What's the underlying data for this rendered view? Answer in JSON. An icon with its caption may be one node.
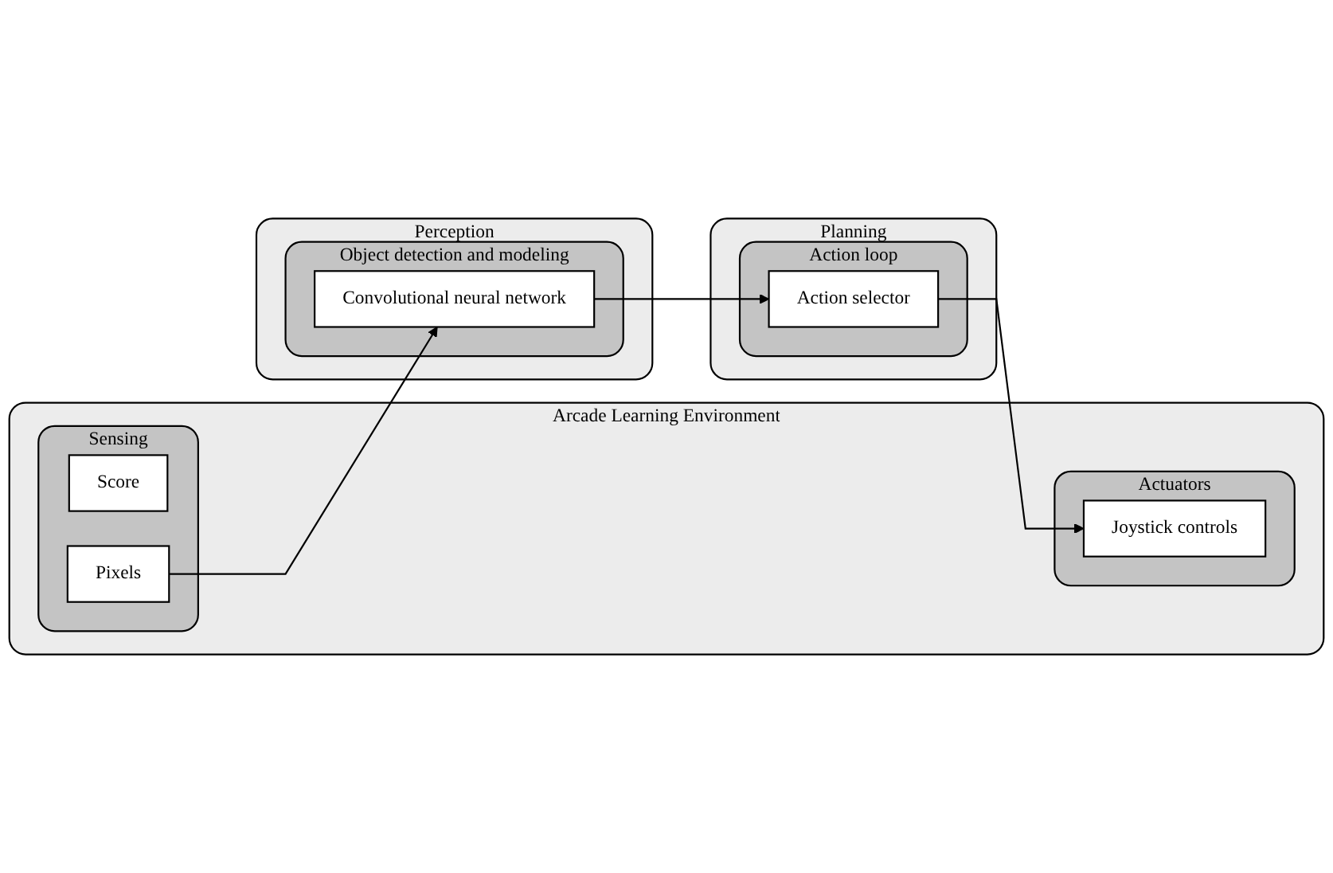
{
  "diagram": {
    "nodes": [
      {
        "text": [
          "Arcade Learning Environment"
        ]
      },
      {
        "text": [
          "Sensing"
        ],
        "in": 0
      },
      {
        "text": [
          "Score"
        ],
        "in": 1
      },
      {
        "text": [
          "Pixels"
        ],
        "in": 1
      },
      {
        "text": [
          "Actuators"
        ],
        "in": 0
      },
      {
        "text": [
          "Joystick controls"
        ],
        "in": 4
      },
      {
        "text": [
          "Perception"
        ]
      },
      {
        "text": [
          "Object detection and modeling"
        ],
        "in": 6
      },
      {
        "text": [
          "Convolutional neural network"
        ],
        "in": 7
      },
      {
        "text": [
          "Planning"
        ]
      },
      {
        "text": [
          "Action loop"
        ],
        "in": 9
      },
      {
        "text": [
          "Action selector"
        ],
        "in": 10
      }
    ],
    "edges": [
      {
        "from": 3,
        "to": 8,
        "arrow": "to"
      },
      {
        "from": 8,
        "to": 11,
        "arrow": "to"
      },
      {
        "from": 11,
        "to": 5,
        "arrow": "to"
      }
    ]
  }
}
